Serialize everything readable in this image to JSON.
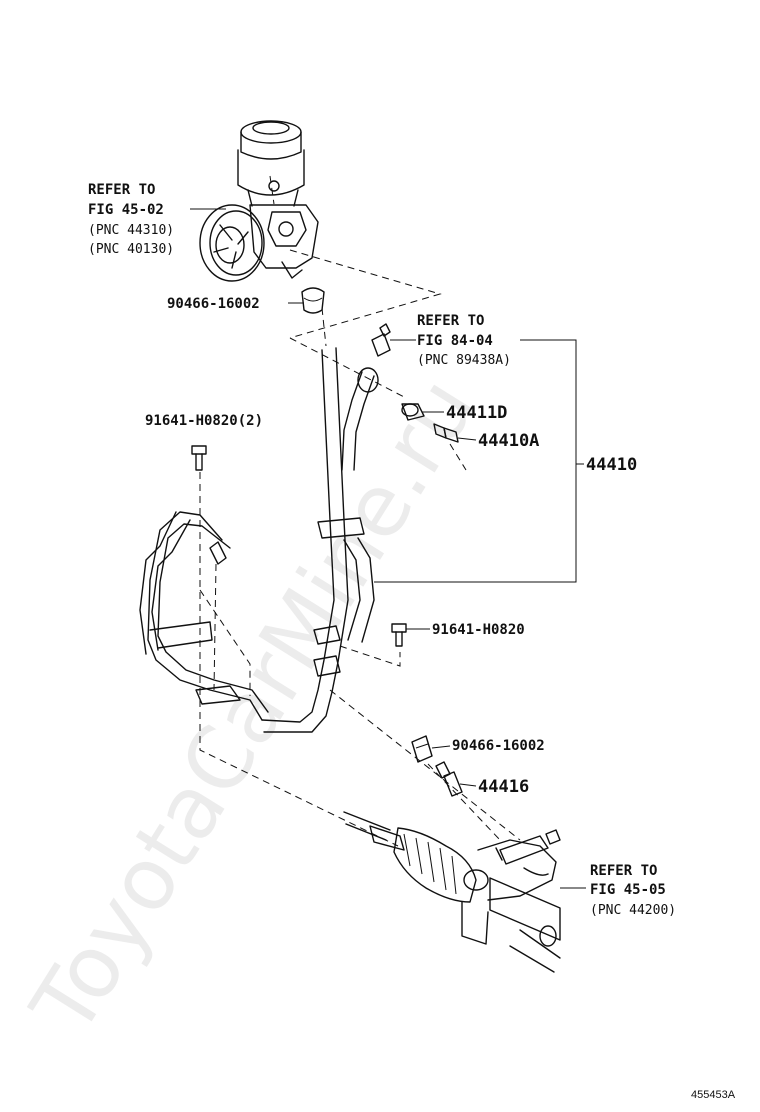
{
  "labels": {
    "ref_pump_1": "REFER TO",
    "ref_pump_2": "FIG 45-02",
    "ref_pump_3": "(PNC 44310)",
    "ref_pump_4": "(PNC 40130)",
    "clamp_top": "90466-16002",
    "ref_switch_1": "REFER TO",
    "ref_switch_2": "FIG 84-04",
    "ref_switch_3": "(PNC 89438A)",
    "p44411d": "44411D",
    "p44410a": "44410A",
    "p44410": "44410",
    "bolt_2": "91641-H0820(2)",
    "bolt": "91641-H0820",
    "clamp_bottom": "90466-16002",
    "p44416": "44416",
    "ref_gear_1": "REFER TO",
    "ref_gear_2": "FIG 45-05",
    "ref_gear_3": "(PNC 44200)"
  },
  "watermark": "ToyotaCarMine.ru",
  "figure_id": "455453A"
}
